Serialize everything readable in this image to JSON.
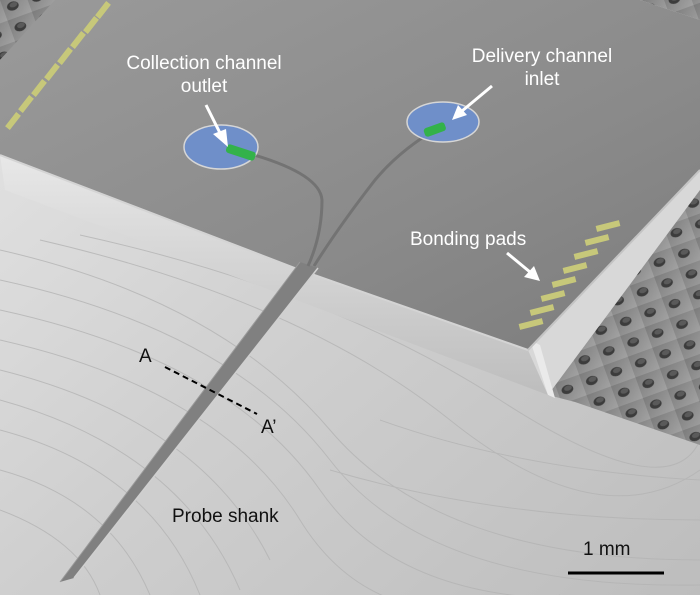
{
  "labels": {
    "collection_line1": "Collection channel",
    "collection_line2": "outlet",
    "delivery_line1": "Delivery channel",
    "delivery_line2": "inlet",
    "bonding_pads": "Bonding pads",
    "section_start": "A",
    "section_end": "A’",
    "probe_shank": "Probe shank",
    "scale_bar": "1 mm"
  },
  "colors": {
    "port_blue": "#6f8fc9",
    "channel_green": "#33b24a",
    "pad_yellow": "#c7c87a",
    "chip_surface": "#8a8a8a",
    "background_substrate": "#c9c9c9"
  }
}
